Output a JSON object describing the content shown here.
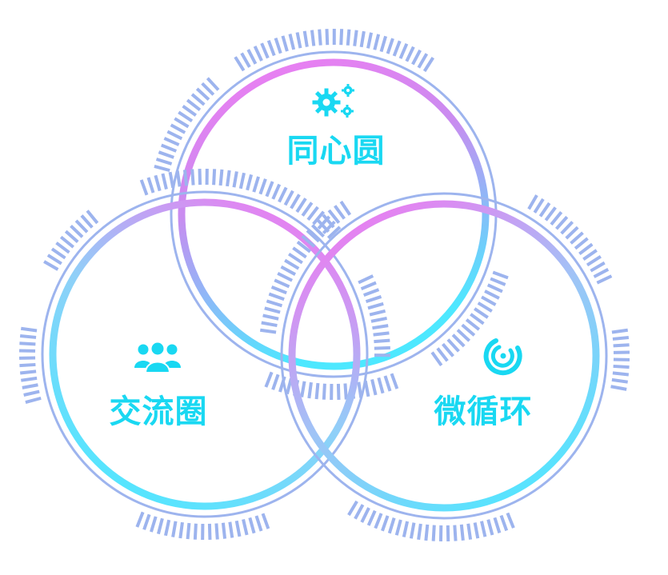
{
  "colors": {
    "cyan": "#4de8ff",
    "pink": "#ef78f0",
    "lavender": "#9db4ee",
    "label": "#19d8f2"
  },
  "circles": [
    {
      "id": "tongxinyuan",
      "label": "同心圆",
      "icon": "gears-icon"
    },
    {
      "id": "jiaoliuquan",
      "label": "交流圈",
      "icon": "user-group-icon"
    },
    {
      "id": "weixunhuan",
      "label": "微循环",
      "icon": "concentric-arcs-icon"
    }
  ]
}
